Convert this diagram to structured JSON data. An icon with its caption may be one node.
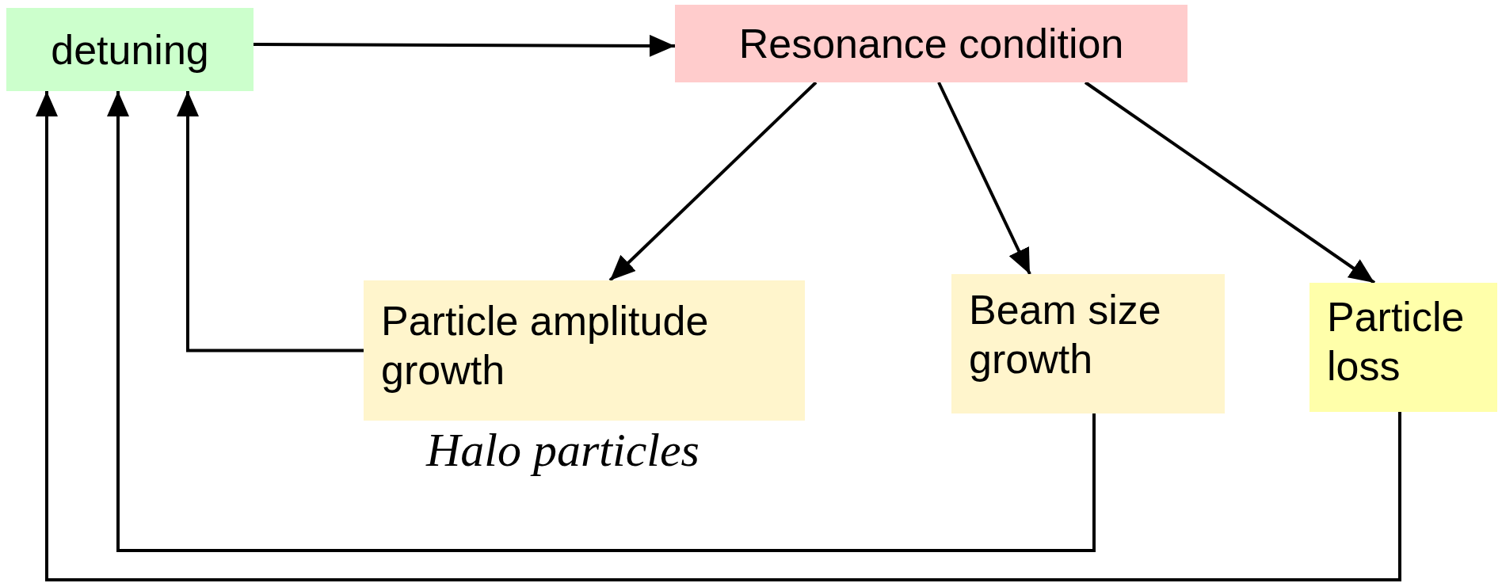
{
  "diagram": {
    "nodes": [
      {
        "text": [
          "detuning"
        ]
      },
      {
        "text": [
          "Resonance condition"
        ]
      },
      {
        "text": [
          "Particle amplitude growth"
        ],
        "beside": [
          "Halo particles"
        ]
      },
      {
        "text": [
          "Beam size growth"
        ]
      },
      {
        "text": [
          "Particle loss"
        ]
      }
    ],
    "edges": [
      {
        "from": 0,
        "to": 1,
        "arrow": "to"
      },
      {
        "from": 1,
        "to": 2,
        "arrow": "to"
      },
      {
        "from": 1,
        "to": 3,
        "arrow": "to"
      },
      {
        "from": 1,
        "to": 4,
        "arrow": "to"
      },
      {
        "from": 2,
        "to": 0,
        "arrow": "to"
      },
      {
        "from": 3,
        "to": 0,
        "arrow": "to"
      },
      {
        "from": 4,
        "to": 0,
        "arrow": "to"
      }
    ]
  }
}
